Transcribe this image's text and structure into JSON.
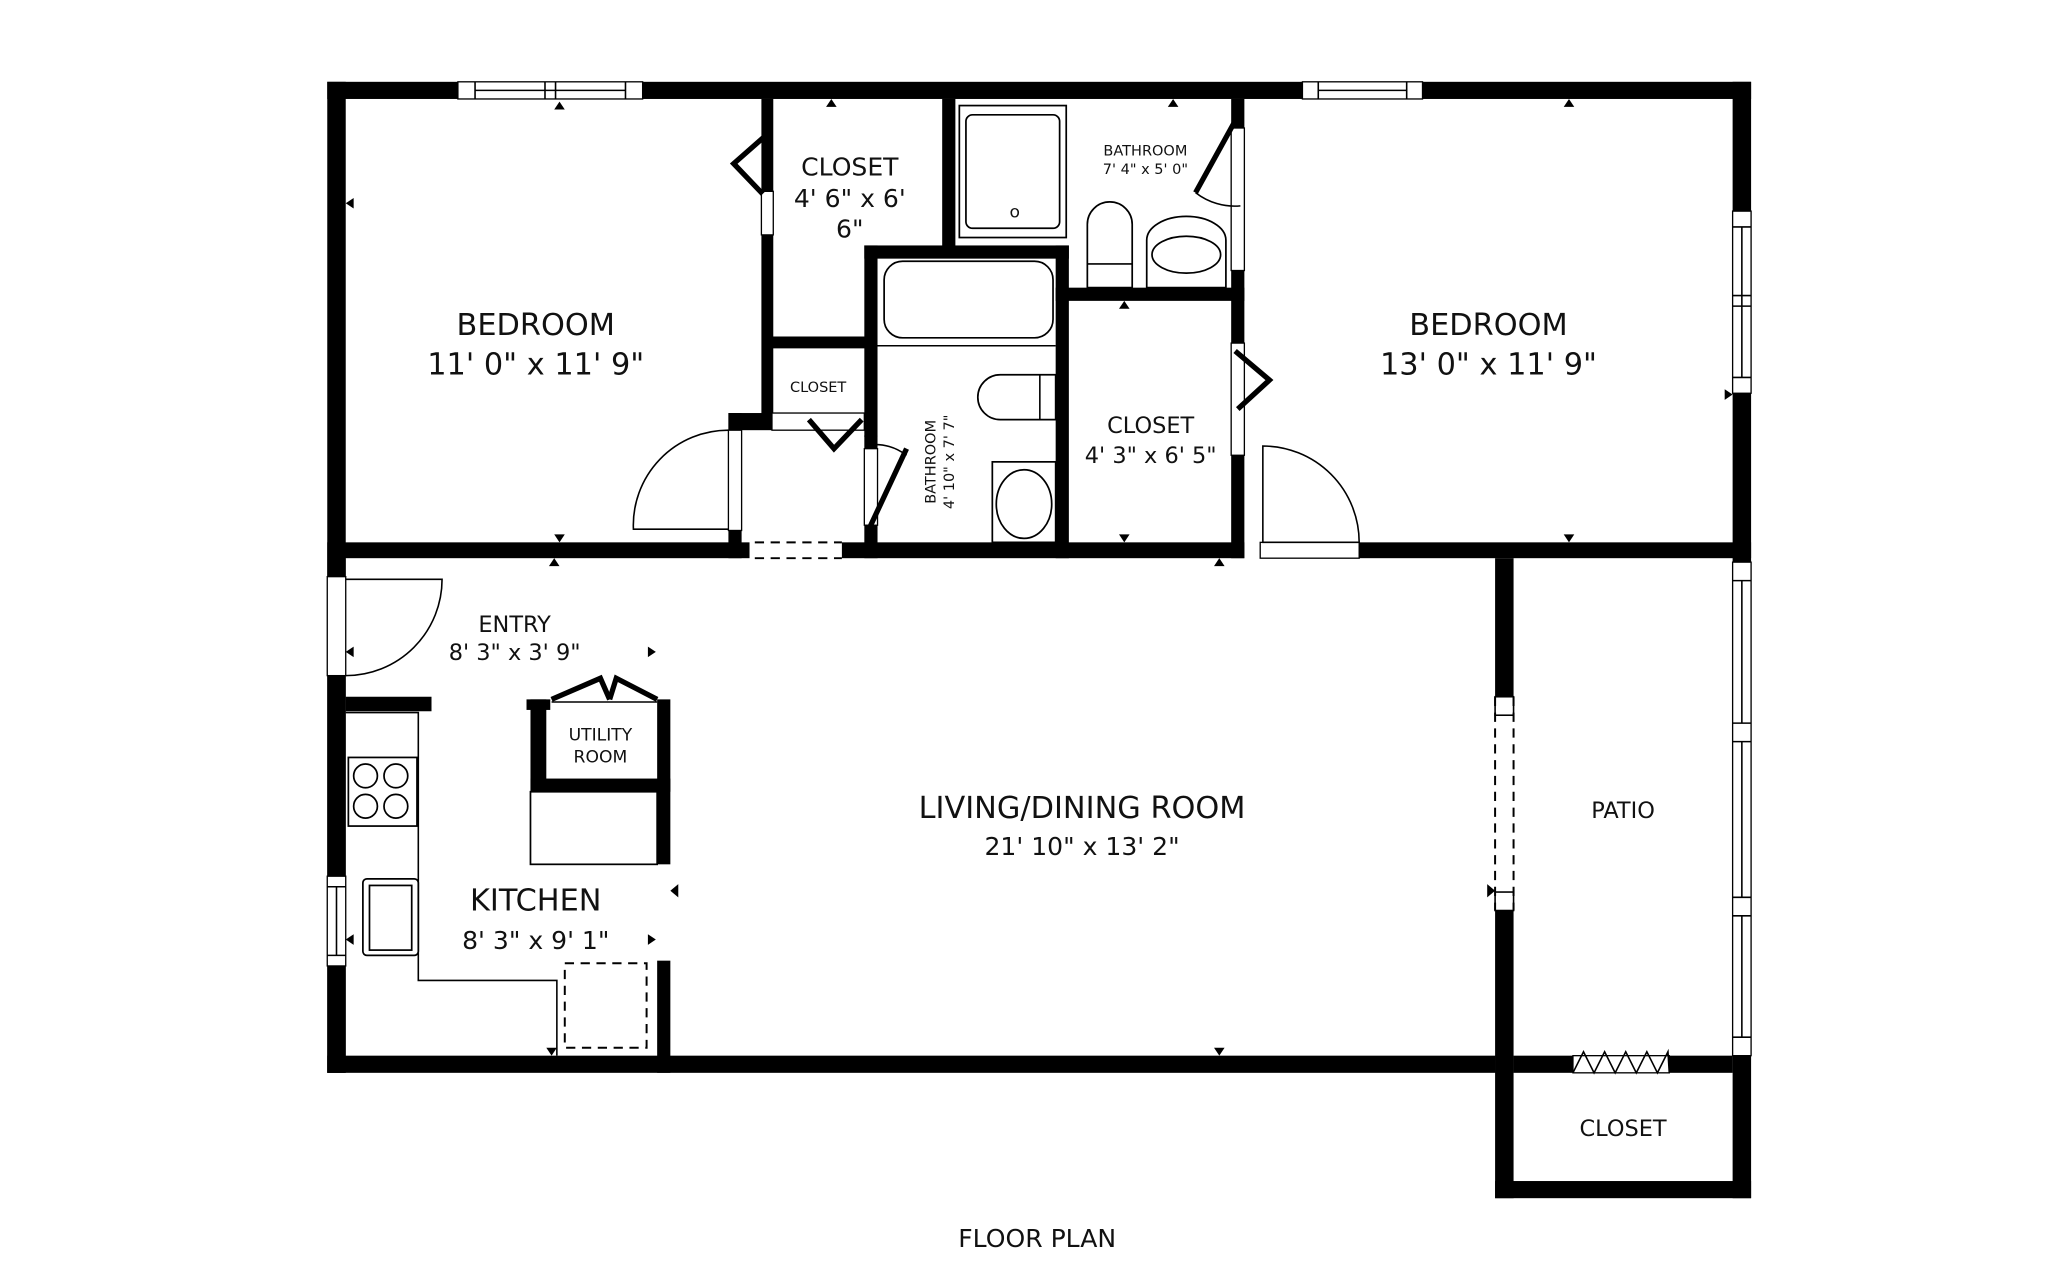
{
  "title": "FLOOR PLAN",
  "rooms": {
    "bedroom_left": {
      "name": "BEDROOM",
      "dims": "11' 0\" x 11' 9\""
    },
    "closet_top": {
      "name": "CLOSET",
      "dims_line1": "4' 6\" x 6'",
      "dims_line2": "6\""
    },
    "closet_small": {
      "name": "CLOSET"
    },
    "bathroom_top": {
      "name": "BATHROOM",
      "dims": "7' 4\" x 5' 0\""
    },
    "bathroom_middle": {
      "name": "BATHROOM",
      "dims": "4' 10\" x 7' 7\""
    },
    "closet_middle": {
      "name": "CLOSET",
      "dims": "4' 3\" x 6' 5\""
    },
    "bedroom_right": {
      "name": "BEDROOM",
      "dims": "13' 0\" x 11' 9\""
    },
    "entry": {
      "name": "ENTRY",
      "dims": "8' 3\" x 3' 9\""
    },
    "utility": {
      "name_line1": "UTILITY",
      "name_line2": "ROOM"
    },
    "kitchen": {
      "name": "KITCHEN",
      "dims": "8' 3\" x 9' 1\""
    },
    "living": {
      "name": "LIVING/DINING ROOM",
      "dims": "21' 10\" x 13' 2\""
    },
    "patio": {
      "name": "PATIO"
    },
    "closet_patio": {
      "name": "CLOSET"
    }
  },
  "colors": {
    "wall": "#000000",
    "background": "#ffffff",
    "text": "#111111"
  }
}
